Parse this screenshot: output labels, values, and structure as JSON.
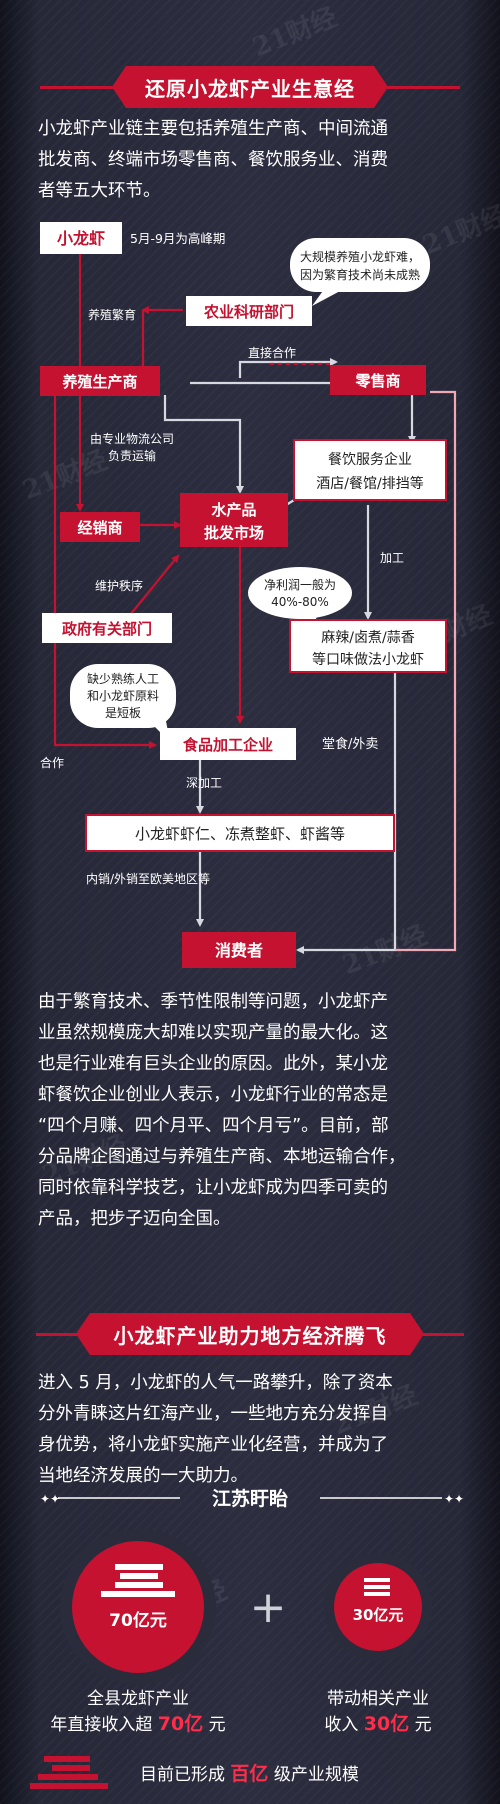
{
  "sections": [
    {
      "title": "还原小龙虾产业生意经"
    },
    {
      "title": "小龙虾产业助力地方经济腾飞"
    }
  ],
  "intro": [
    "小龙虾产业链主要包括养殖生产商、中间流通",
    "批发商、终端市场零售商、餐饮服务业、消费",
    "者等五大环节。"
  ],
  "diagram": {
    "nodes": {
      "crayfish": "小龙虾",
      "peak": "5月-9月为高峰期",
      "research": "农业科研部门",
      "breeding_note": "养殖繁育",
      "research_bubble": [
        "大规模养殖小龙虾难，",
        "因为繁育技术尚未成熟"
      ],
      "producer": "养殖生产商",
      "retailer": "零售商",
      "direct_coop": "直接合作",
      "catering": [
        "餐饮服务企业",
        "酒店/餐馆/排挡等"
      ],
      "logistics": [
        "由专业物流公司",
        "负责运输"
      ],
      "distributor": "经销商",
      "wholesale": [
        "水产品",
        "批发市场"
      ],
      "processing_arrow": "加工",
      "order": "维护秩序",
      "profit": [
        "净利润一般为",
        "40%-80%"
      ],
      "dishes": [
        "麻辣/卤煮/蒜香",
        "等口味做法小龙虾"
      ],
      "government": "政府有关部门",
      "shortage": [
        "缺少熟练人工",
        "和小龙虾原料",
        "是短板"
      ],
      "cooperation": "合作",
      "food_processing": "食品加工企业",
      "dine": "堂食/外卖",
      "deep_processing": "深加工",
      "products": "小龙虾虾仁、冻煮整虾、虾酱等",
      "export": "内销/外销至欧美地区等",
      "consumer": "消费者"
    }
  },
  "body_text": [
    "由于繁育技术、季节性限制等问题，小龙虾产",
    "业虽然规模庞大却难以实现产量的最大化。这",
    "也是行业难有巨头企业的原因。此外，某小龙",
    "虾餐饮企业创业人表示，小龙虾行业的常态是",
    "“四个月赚、四个月平、四个月亏”。目前，部",
    "分品牌企图通过与养殖生产商、本地运输合作，",
    "同时依靠科学技艺，让小龙虾成为四季可卖的",
    "产品，把步子迈向全国。"
  ],
  "section2_text": [
    "进入 5 月，小龙虾的人气一路攀升，除了资本",
    "分外青睐这片红海产业，一些地方充分发挥自",
    "身优势，将小龙虾实施产业化经营，并成为了",
    "当地经济发展的一大助力。"
  ],
  "region": {
    "name": "江苏盱眙",
    "big_value": "70亿元",
    "small_value": "30亿元",
    "plus": "+",
    "left_caption": {
      "line1": "全县龙虾产业",
      "line2_pre": "年直接收入超 ",
      "line2_num": "70亿",
      "line2_post": " 元"
    },
    "right_caption": {
      "line1": "带动相关产业",
      "line2_pre": "收入 ",
      "line2_num": "30亿",
      "line2_post": " 元"
    },
    "footer": {
      "pre": "目前已形成 ",
      "num": "百亿",
      "post": " 级产业规模"
    }
  },
  "watermark": "21财经",
  "colors": {
    "accent": "#c41230",
    "bubble": "#ffffff",
    "highlight": "#ff2d4a"
  }
}
